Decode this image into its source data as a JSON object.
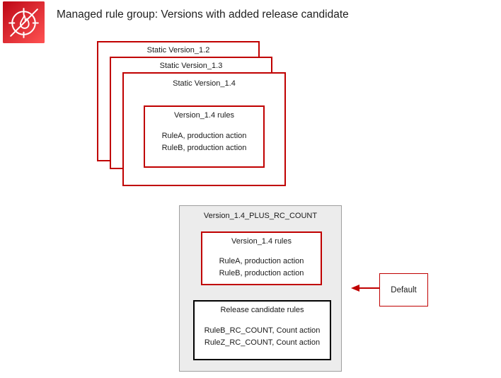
{
  "header": {
    "title": "Managed rule group: Versions with added release candidate",
    "icon": "aws-waf"
  },
  "stacked_versions": {
    "back": {
      "label": "Static Version_1.2"
    },
    "middle": {
      "label": "Static Version_1.3"
    },
    "front": {
      "label": "Static Version_1.4",
      "rules_box": {
        "title": "Version_1.4 rules",
        "rules": [
          "RuleA, production action",
          "RuleB, production action"
        ]
      }
    }
  },
  "rc_version": {
    "title": "Version_1.4_PLUS_RC_COUNT",
    "version_rules_box": {
      "title": "Version_1.4 rules",
      "rules": [
        "RuleA, production action",
        "RuleB, production action"
      ]
    },
    "release_candidate_box": {
      "title": "Release candidate rules",
      "rules": [
        "RuleB_RC_COUNT, Count action",
        "RuleZ_RC_COUNT, Count action"
      ]
    }
  },
  "default_pointer": {
    "label": "Default"
  },
  "colors": {
    "accent_red": "#c00000",
    "container_fill": "#ececec",
    "container_border": "#9e9e9e",
    "rc_border": "#000000",
    "icon_gradient_start": "#bd0816",
    "icon_gradient_end": "#ff5252"
  }
}
